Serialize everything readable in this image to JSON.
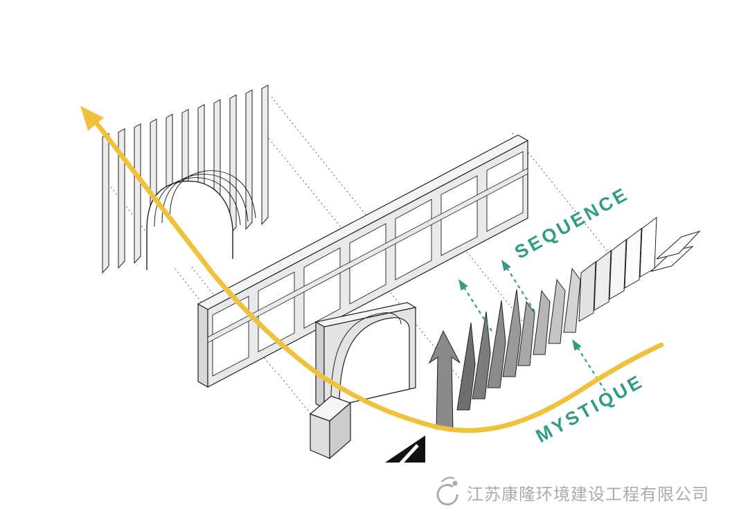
{
  "diagram": {
    "annotations": {
      "sequence_label": "SEQUENCE",
      "mystique_label": "MYSTIQUE"
    },
    "colors": {
      "accent_yellow": "#F0C23C",
      "accent_teal": "#2F9C84",
      "outline": "#1F1F1F",
      "fill_light": "#ECECEC",
      "fill_mid": "#CFCFCF",
      "fill_dark": "#8A8A8A",
      "watermark_gray": "#ABABAB",
      "background": "#FFFFFF"
    },
    "icons": {
      "flow_arrow": "yellow-flow-arrow",
      "explode_arrow": "teal-dashed-arrow",
      "direction_marker": "black-triangle-marker"
    }
  },
  "watermark": {
    "logo_icon": "company-swirl-logo",
    "company_name": "江苏康隆环境建设工程有限公司"
  }
}
